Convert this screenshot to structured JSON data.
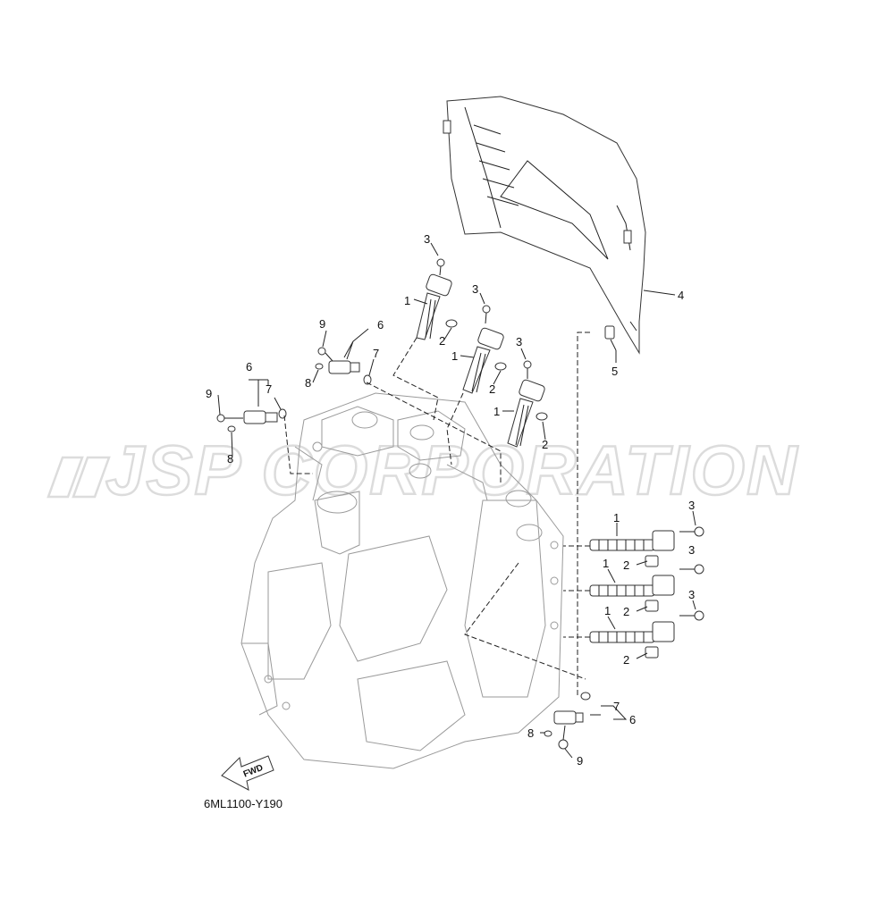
{
  "diagram": {
    "code": "6ML1100-Y190",
    "fwd_label": "FWD",
    "watermark": "JSP CORPORATION",
    "callouts": [
      {
        "id": "c3a",
        "text": "3"
      },
      {
        "id": "c1a",
        "text": "1"
      },
      {
        "id": "c2a",
        "text": "2"
      },
      {
        "id": "c3b",
        "text": "3"
      },
      {
        "id": "c1b",
        "text": "1"
      },
      {
        "id": "c2b",
        "text": "2"
      },
      {
        "id": "c3c",
        "text": "3"
      },
      {
        "id": "c1c",
        "text": "1"
      },
      {
        "id": "c2c",
        "text": "2"
      },
      {
        "id": "c4",
        "text": "4"
      },
      {
        "id": "c5",
        "text": "5"
      },
      {
        "id": "c9a",
        "text": "9"
      },
      {
        "id": "c6a",
        "text": "6"
      },
      {
        "id": "c7a",
        "text": "7"
      },
      {
        "id": "c8a",
        "text": "8"
      },
      {
        "id": "c6b",
        "text": "6"
      },
      {
        "id": "c7b",
        "text": "7"
      },
      {
        "id": "c9b",
        "text": "9"
      },
      {
        "id": "c8b",
        "text": "8"
      },
      {
        "id": "c1d",
        "text": "1"
      },
      {
        "id": "c3d",
        "text": "3"
      },
      {
        "id": "c2d",
        "text": "2"
      },
      {
        "id": "c1e",
        "text": "1"
      },
      {
        "id": "c3e",
        "text": "3"
      },
      {
        "id": "c2e",
        "text": "2"
      },
      {
        "id": "c1f",
        "text": "1"
      },
      {
        "id": "c3f",
        "text": "3"
      },
      {
        "id": "c2f",
        "text": "2"
      },
      {
        "id": "c7c",
        "text": "7"
      },
      {
        "id": "c6c",
        "text": "6"
      },
      {
        "id": "c8c",
        "text": "8"
      },
      {
        "id": "c9c",
        "text": "9"
      }
    ]
  }
}
